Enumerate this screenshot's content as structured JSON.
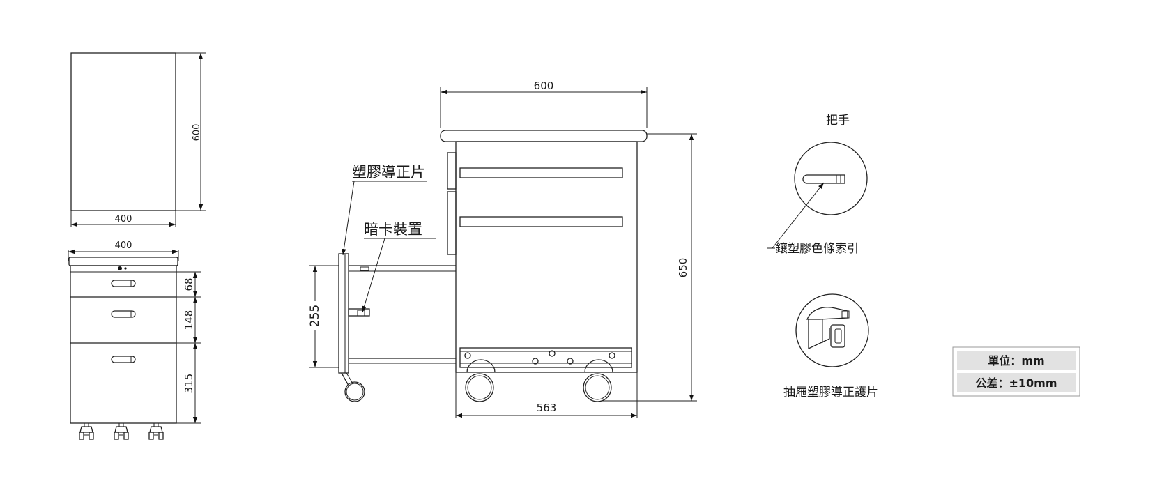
{
  "top_view": {
    "depth": "600",
    "width": "400"
  },
  "front_view": {
    "width": "400",
    "drawer_heights": [
      "68",
      "148",
      "315"
    ]
  },
  "side_view": {
    "top_depth": "600",
    "total_height": "650",
    "base_depth": "563",
    "drawer_height": "255",
    "label_guide": "塑膠導正片",
    "label_latch": "暗卡裝置"
  },
  "details": {
    "handle_title": "把手",
    "handle_label": "鑲塑膠色條索引",
    "guard_label": "抽屜塑膠導正護片"
  },
  "notes": {
    "unit": "單位：mm",
    "tolerance": "公差：±10mm"
  }
}
